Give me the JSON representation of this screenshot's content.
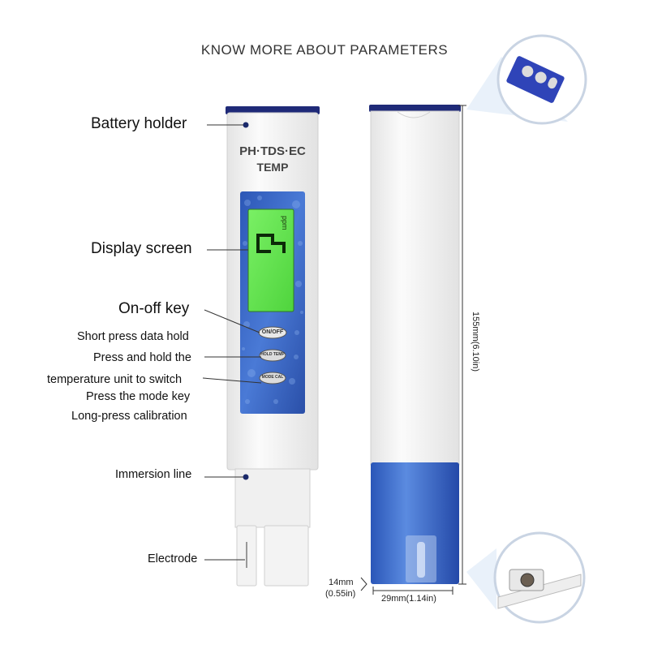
{
  "title": "KNOW MORE ABOUT PARAMETERS",
  "device": {
    "brand_line1": "PH·TDS·EC",
    "brand_line2": "TEMP",
    "lcd_unit": "ppm",
    "keys": [
      "ON/OFF",
      "HOLD TEMP",
      "MODE CAL"
    ]
  },
  "labels": {
    "battery_holder": "Battery holder",
    "display_screen": "Display screen",
    "on_off_key": "On-off key",
    "short_press": "Short press data hold",
    "press_hold": "Press and hold the",
    "temp_unit": "temperature unit to switch",
    "mode_key": "Press the mode key",
    "long_press": "Long-press calibration",
    "immersion_line": "Immersion line",
    "electrode": "Electrode"
  },
  "dimensions": {
    "height": "155mm(6.10in)",
    "width": "29mm(1.14in)",
    "depth_mm": "14mm",
    "depth_in": "(0.55in)"
  },
  "colors": {
    "accent_blue": "#2f5fc0",
    "cap_navy": "#1f2a78",
    "lcd_green": "#5de04a",
    "body_white": "#f3f3f3"
  }
}
